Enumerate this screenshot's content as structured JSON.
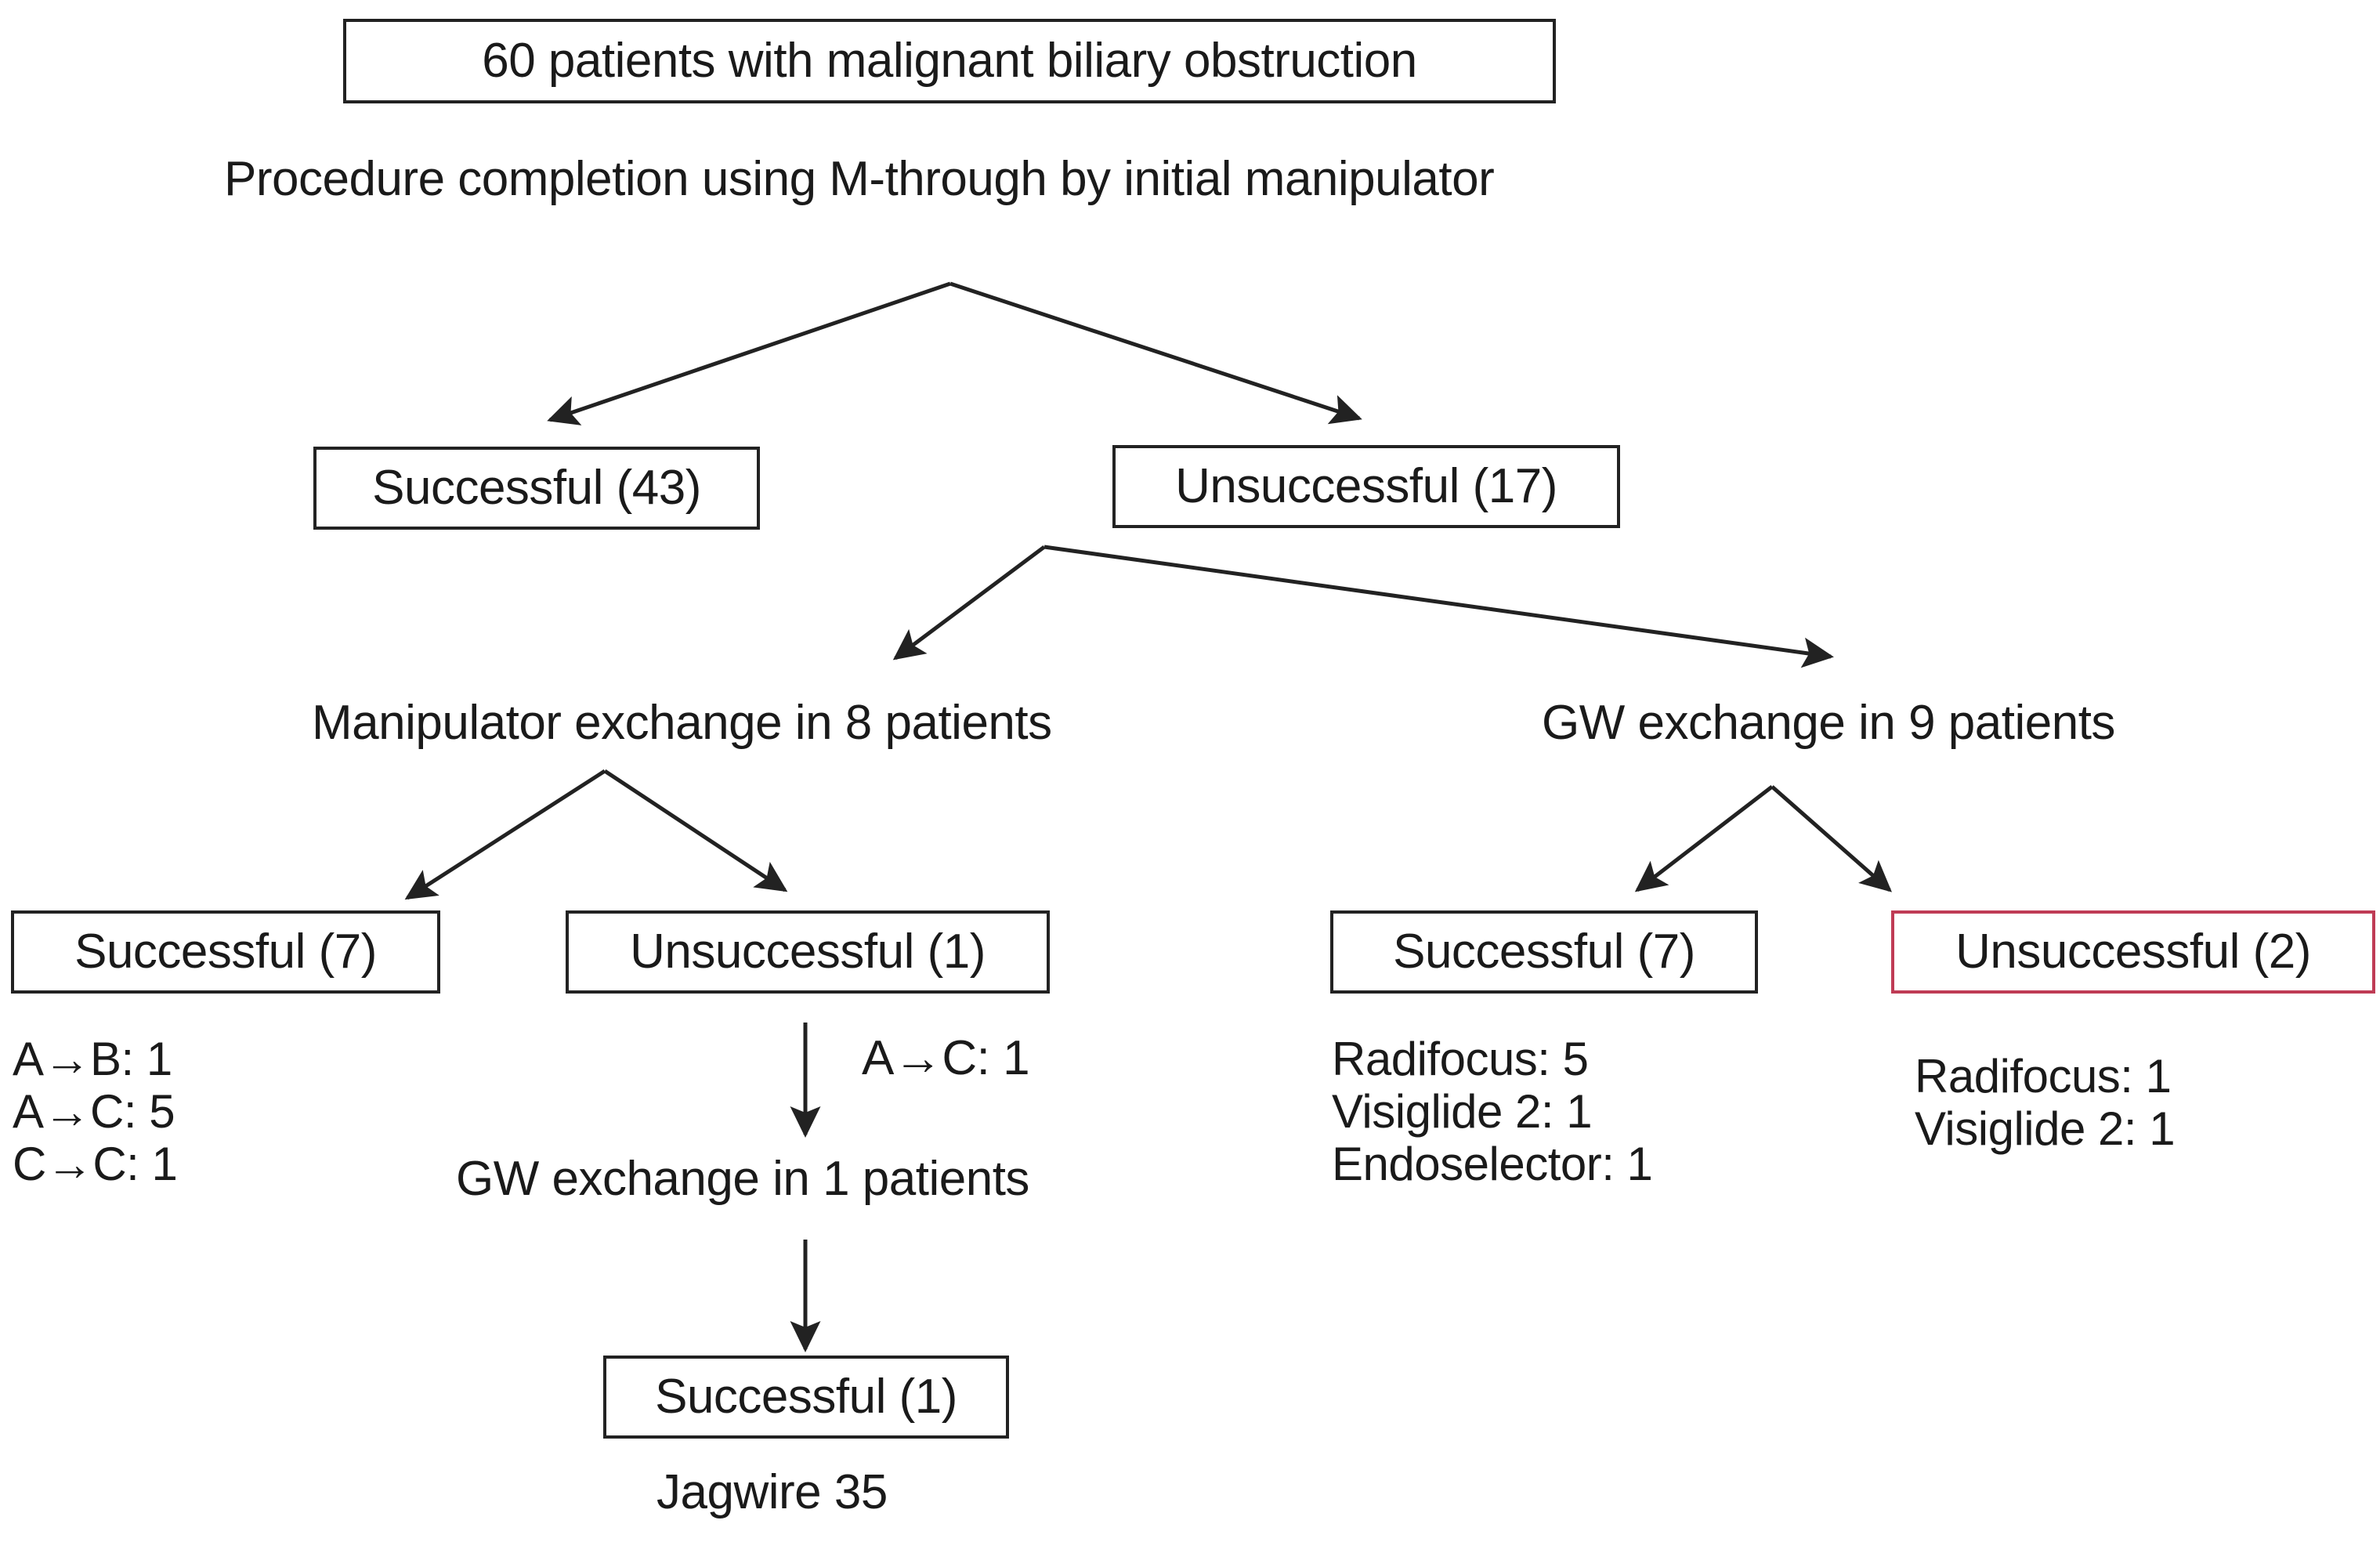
{
  "diagram": {
    "title": "60 patients with malignant biliary obstruction",
    "subtitle": "Procedure completion using M-through by initial manipulator",
    "accent_red": "#bf3b55",
    "line_color": "#222222"
  },
  "nodes": {
    "root": "60 patients with malignant biliary obstruction",
    "initial_success": "Successful (43)",
    "initial_failure": "Unsuccessful (17)",
    "manipulator_branch": "Manipulator exchange in 8 patients",
    "gw_branch": "GW exchange in 9 patients",
    "manip_success": "Successful (7)",
    "manip_failure": "Unsuccessful (1)",
    "gw_success": "Successful (7)",
    "gw_failure": "Unsuccessful (2)",
    "gw_exchange_1": "GW exchange in 1 patients",
    "final_success": "Successful (1)",
    "final_device": "Jagwire 35"
  },
  "annotations": {
    "manip_failure_edge": "A→C: 1"
  },
  "lists": {
    "manip_success_devices": [
      "A→B: 1",
      "A→C: 5",
      "C→C: 1"
    ],
    "gw_success_devices": [
      "Radifocus: 5",
      "Visiglide 2: 1",
      "Endoselector: 1"
    ],
    "gw_failure_devices": [
      "Radifocus: 1",
      "Visiglide 2: 1"
    ]
  },
  "chart_data": {
    "type": "table",
    "title": "Procedure completion using M-through by initial manipulator",
    "total_patients": 60,
    "flow": [
      {
        "level": 0,
        "label": "60 patients with malignant biliary obstruction",
        "n": 60
      },
      {
        "level": 1,
        "label": "Successful (43)",
        "n": 43
      },
      {
        "level": 1,
        "label": "Unsuccessful (17)",
        "n": 17
      },
      {
        "level": 2,
        "label": "Manipulator exchange in 8 patients",
        "n": 8
      },
      {
        "level": 2,
        "label": "GW exchange in 9 patients",
        "n": 9
      },
      {
        "level": 3,
        "label": "Successful (7)",
        "n": 7,
        "parent": "Manipulator exchange in 8 patients",
        "devices": [
          "A→B: 1",
          "A→C: 5",
          "C→C: 1"
        ]
      },
      {
        "level": 3,
        "label": "Unsuccessful (1)",
        "n": 1,
        "parent": "Manipulator exchange in 8 patients",
        "devices": [
          "A→C: 1"
        ]
      },
      {
        "level": 3,
        "label": "Successful (7)",
        "n": 7,
        "parent": "GW exchange in 9 patients",
        "devices": [
          "Radifocus: 5",
          "Visiglide 2: 1",
          "Endoselector: 1"
        ]
      },
      {
        "level": 3,
        "label": "Unsuccessful (2)",
        "n": 2,
        "parent": "GW exchange in 9 patients",
        "devices": [
          "Radifocus: 1",
          "Visiglide 2: 1"
        ],
        "highlighted": true
      },
      {
        "level": 4,
        "label": "GW exchange in 1 patients",
        "n": 1,
        "parent": "Unsuccessful (1)"
      },
      {
        "level": 5,
        "label": "Successful (1)",
        "n": 1,
        "parent": "GW exchange in 1 patients",
        "devices": [
          "Jagwire 35"
        ]
      }
    ]
  }
}
